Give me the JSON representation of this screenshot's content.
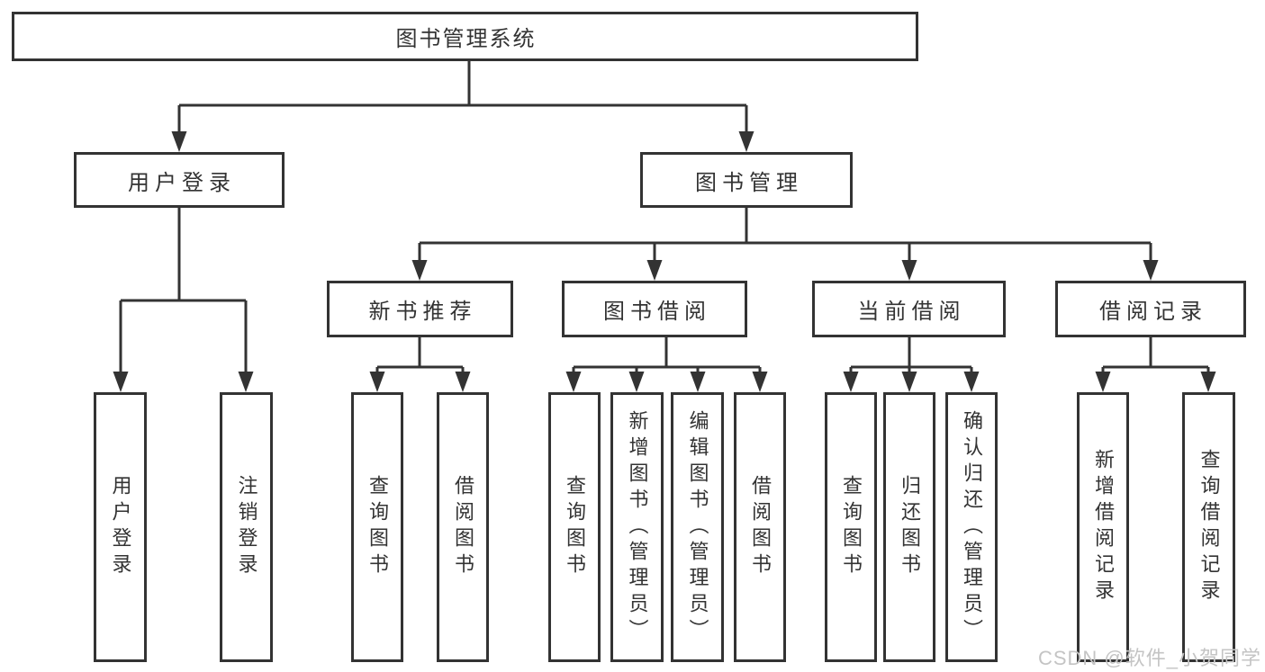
{
  "diagram": {
    "root": {
      "label": "图书管理系统"
    },
    "branches": [
      {
        "label": "用户登录",
        "children": [
          {
            "label": "用户登录"
          },
          {
            "label": "注销登录"
          }
        ]
      },
      {
        "label": "图书管理",
        "children": [
          {
            "label": "新书推荐",
            "children": [
              {
                "label": "查询图书"
              },
              {
                "label": "借阅图书"
              }
            ]
          },
          {
            "label": "图书借阅",
            "children": [
              {
                "label": "查询图书"
              },
              {
                "label": "新增图书（管理员）"
              },
              {
                "label": "编辑图书（管理员）"
              },
              {
                "label": "借阅图书"
              }
            ]
          },
          {
            "label": "当前借阅",
            "children": [
              {
                "label": "查询图书"
              },
              {
                "label": "归还图书"
              },
              {
                "label": "确认归还（管理员）"
              }
            ]
          },
          {
            "label": "借阅记录",
            "children": [
              {
                "label": "新增借阅记录"
              },
              {
                "label": "查询借阅记录"
              }
            ]
          }
        ]
      }
    ]
  },
  "watermark": {
    "text": "CSDN @软件_小贺同学"
  },
  "colors": {
    "line": "#333333",
    "box_border": "#333333",
    "text": "#333333",
    "watermark": "#c4c4c4",
    "background": "#ffffff"
  }
}
